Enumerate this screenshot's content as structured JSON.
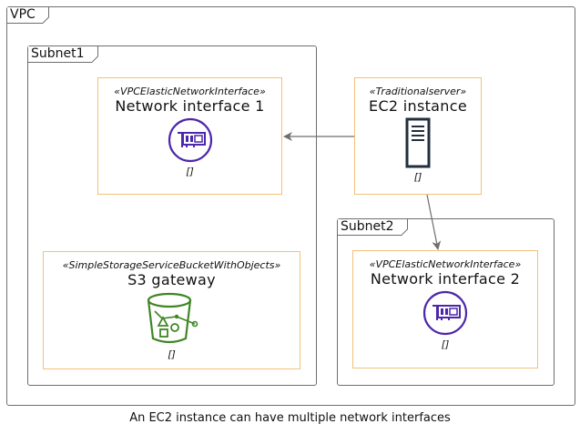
{
  "vpc": {
    "label": "VPC"
  },
  "subnet1": {
    "label": "Subnet1"
  },
  "subnet2": {
    "label": "Subnet2"
  },
  "nodes": {
    "ni1": {
      "stereotype": "«VPCElasticNetworkInterface»",
      "name": "Network interface 1",
      "brackets": "[]",
      "icon": "network-interface-icon",
      "color": "#4d27aa"
    },
    "ec2": {
      "stereotype": "«Traditionalserver»",
      "name": "EC2 instance",
      "brackets": "[]",
      "icon": "server-icon",
      "color": "#232f3e"
    },
    "s3": {
      "stereotype": "«SimpleStorageServiceBucketWithObjects»",
      "name": "S3 gateway",
      "brackets": "[]",
      "icon": "s3-bucket-icon",
      "color": "#3f8624"
    },
    "ni2": {
      "stereotype": "«VPCElasticNetworkInterface»",
      "name": "Network interface 2",
      "brackets": "[]",
      "icon": "network-interface-icon",
      "color": "#4d27aa"
    }
  },
  "edges": [
    {
      "from": "EC2 instance",
      "to": "Network interface 1"
    },
    {
      "from": "EC2 instance",
      "to": "Network interface 2"
    }
  ],
  "caption": "An EC2 instance can have multiple network interfaces",
  "colors": {
    "node_border": "#f3c17a",
    "frame_border": "#6e6e6e",
    "arrow": "#6e6e6e"
  }
}
